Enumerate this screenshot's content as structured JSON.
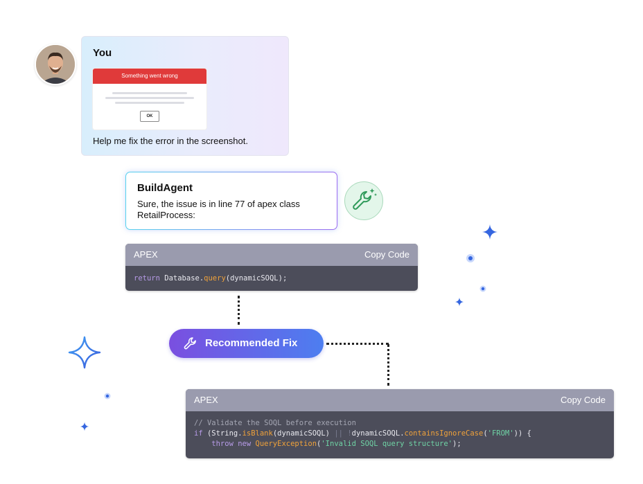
{
  "user": {
    "name": "You",
    "screenshot_title": "Something went wrong",
    "screenshot_ok": "OK",
    "message": "Help me fix the error in the screenshot."
  },
  "agent": {
    "name": "BuildAgent",
    "message": "Sure, the issue is in line 77 of apex class RetailProcess:"
  },
  "code1": {
    "lang": "APEX",
    "copy": "Copy Code",
    "tokens": {
      "a": "return",
      "b": " Database.",
      "c": "query",
      "d": "(dynamicSOQL);"
    }
  },
  "fix": {
    "label": "Recommended Fix"
  },
  "code2": {
    "lang": "APEX",
    "copy": "Copy Code",
    "line1": "// Validate the SOQL before execution",
    "line2": {
      "a": "if",
      "b": " (String.",
      "c": "isBlank",
      "d": "(dynamicSOQL) ",
      "e": "||",
      "f": " !",
      "g": "dynamicSOQL.",
      "h": "containsIgnoreCase",
      "i": "(",
      "j": "'FROM'",
      "k": ")) {"
    },
    "line3": {
      "a": "    throw new ",
      "b": "QueryException",
      "c": "(",
      "d": "'Invalid SOQL query structure'",
      "e": ");"
    }
  },
  "colors": {
    "accent": "#7a4fe0",
    "accent2": "#4d7ef0",
    "code_bg": "#4c4d5a",
    "code_head": "#9a9bae",
    "error_bar": "#e03a3a"
  }
}
